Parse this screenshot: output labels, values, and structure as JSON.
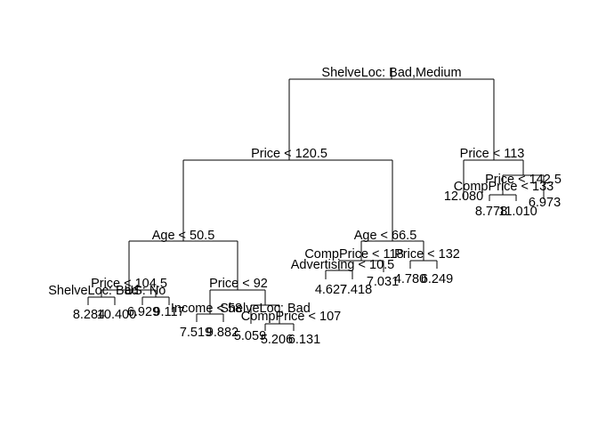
{
  "colors": {
    "background": "#ffffff",
    "ink": "#000000"
  },
  "tree": {
    "splits": [
      {
        "id": "root",
        "label": "ShelveLoc: Bad,Medium"
      },
      {
        "id": "L",
        "label": "Price < 120.5"
      },
      {
        "id": "R",
        "label": "Price < 113"
      },
      {
        "id": "LL",
        "label": "Age < 50.5"
      },
      {
        "id": "LR",
        "label": "Age < 66.5"
      },
      {
        "id": "LLL",
        "label": "Price < 104.5"
      },
      {
        "id": "LLLL",
        "label": "ShelveLoc: Bad"
      },
      {
        "id": "LLLR",
        "label": "US: No"
      },
      {
        "id": "LLR",
        "label": "Price < 92"
      },
      {
        "id": "LLRL",
        "label": "Income < 58"
      },
      {
        "id": "LLRR",
        "label": "ShelveLoc: Bad"
      },
      {
        "id": "LLRRR",
        "label": "CompPrice < 107"
      },
      {
        "id": "LRL",
        "label": "CompPrice < 118"
      },
      {
        "id": "LRLL",
        "label": "Advertising < 10.5"
      },
      {
        "id": "LRR",
        "label": "Price < 132"
      },
      {
        "id": "RR",
        "label": "Price < 142.5"
      },
      {
        "id": "RRL",
        "label": "CompPrice < 133"
      }
    ],
    "leaves": [
      {
        "id": "l1",
        "value": "8.284"
      },
      {
        "id": "l2",
        "value": "10.400"
      },
      {
        "id": "l3",
        "value": "6.929"
      },
      {
        "id": "l4",
        "value": "9.117"
      },
      {
        "id": "l5",
        "value": "7.519"
      },
      {
        "id": "l6",
        "value": "9.882"
      },
      {
        "id": "l7",
        "value": "5.059"
      },
      {
        "id": "l8",
        "value": "5.206"
      },
      {
        "id": "l9",
        "value": "6.131"
      },
      {
        "id": "l10",
        "value": "4.627"
      },
      {
        "id": "l11",
        "value": "7.418"
      },
      {
        "id": "l12",
        "value": "7.031"
      },
      {
        "id": "l13",
        "value": "4.780"
      },
      {
        "id": "l14",
        "value": "6.249"
      },
      {
        "id": "l15",
        "value": "12.080"
      },
      {
        "id": "l16",
        "value": "8.778"
      },
      {
        "id": "l17",
        "value": "11.010"
      },
      {
        "id": "l18",
        "value": "6.973"
      }
    ]
  }
}
